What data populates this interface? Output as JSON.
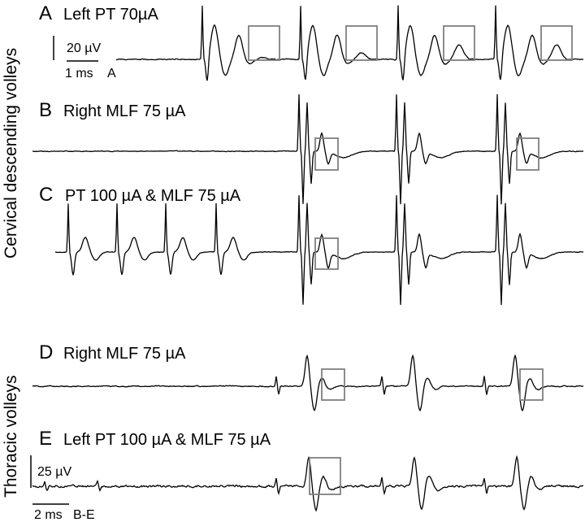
{
  "figure": {
    "side_labels": {
      "cervical": "Cervical descending volleys",
      "thoracic": "Thoracic volleys"
    },
    "panels": [
      {
        "letter": "A",
        "label": "Left PT 70µA"
      },
      {
        "letter": "B",
        "label": "Right MLF 75 µA"
      },
      {
        "letter": "C",
        "label": "PT 100 µA & MLF 75 µA"
      },
      {
        "letter": "D",
        "label": "Right MLF 75 µA"
      },
      {
        "letter": "E",
        "label": "Left PT 100 µA & MLF 75 µA"
      }
    ],
    "scale_bars": {
      "a_voltage": "20 µV",
      "a_time": "1 ms",
      "a_tag": "A",
      "be_voltage": "25 µV",
      "be_time": "2 ms",
      "be_tag": "B-E"
    },
    "colors": {
      "trace": "#000000",
      "box": "#7f7f7f"
    }
  }
}
